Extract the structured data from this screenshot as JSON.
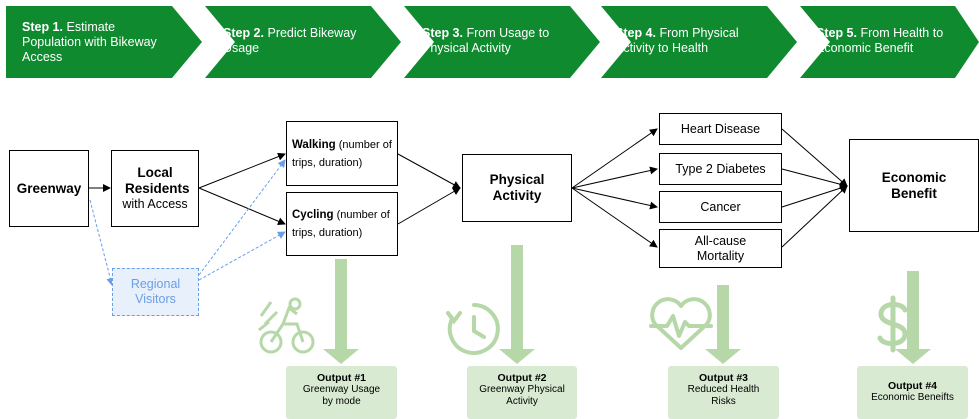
{
  "colors": {
    "step_green": "#0f8a2f",
    "output_bg": "#d9ead3",
    "arrow_green": "#b6d7a8",
    "icon_green": "#b6d7a8",
    "visitor_blue": "#6a9ee6"
  },
  "steps": [
    {
      "num": "Step 1.",
      "text": "Estimate Population with Bikeway Access"
    },
    {
      "num": "Step 2.",
      "text": "Predict Bikeway Usage"
    },
    {
      "num": "Step 3.",
      "text": "From Usage to Physical Activity"
    },
    {
      "num": "Step 4.",
      "text": "From Physical Activity to Health"
    },
    {
      "num": "Step 5.",
      "text": "From Health to Economic Benefit"
    }
  ],
  "nodes": {
    "greenway": "Greenway",
    "local_residents_bold": "Local Residents",
    "local_residents_rest": "with Access",
    "regional_visitors": "Regional Visitors",
    "walking_bold": "Walking",
    "walking_rest": "(number of trips, duration)",
    "cycling_bold": "Cycling",
    "cycling_rest": "(number of trips, duration)",
    "physical_activity": "Physical Activity",
    "heart_disease": "Heart Disease",
    "type2_diabetes": "Type 2 Diabetes",
    "cancer": "Cancer",
    "all_cause": "All-cause Mortality",
    "economic_benefit": "Economic Benefit"
  },
  "outputs": [
    {
      "title": "Output #1",
      "text": "Greenway Usage by mode",
      "icon": "cyclist-icon"
    },
    {
      "title": "Output #2",
      "text": "Greenway Physical Activity",
      "icon": "clock-icon"
    },
    {
      "title": "Output #3",
      "text": "Reduced Health Risks",
      "icon": "heart-pulse-icon"
    },
    {
      "title": "Output #4",
      "text": "Economic Beneifts",
      "icon": "dollar-icon"
    }
  ]
}
